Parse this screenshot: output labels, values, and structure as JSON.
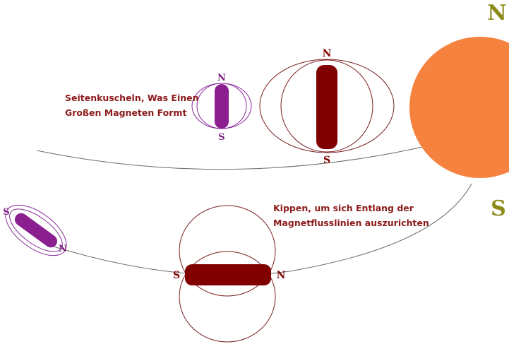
{
  "captions": {
    "side_by_side_line1": "Seitenkuscheln, Was Einen",
    "side_by_side_line2": "Großen Magneten Formt",
    "tilt_line1": "Kippen, um sich Entlang der",
    "tilt_line2": "Magnetflusslinien auszurichten"
  },
  "poles": {
    "north": "N",
    "south": "S"
  },
  "colors": {
    "caption_text": "#8b1a1a",
    "field_line": "#7a1f1f",
    "field_line_small": "#8a2a9a",
    "magnet_large": "#800000",
    "magnet_small": "#8b1f8f",
    "magnet_pole_label": "#800000",
    "small_pole_label": "#7a1f7a",
    "sun_fill": "#f5823e",
    "sun_pole_label": "#8b8b1a",
    "flux_curve": "#6a6a6a"
  }
}
